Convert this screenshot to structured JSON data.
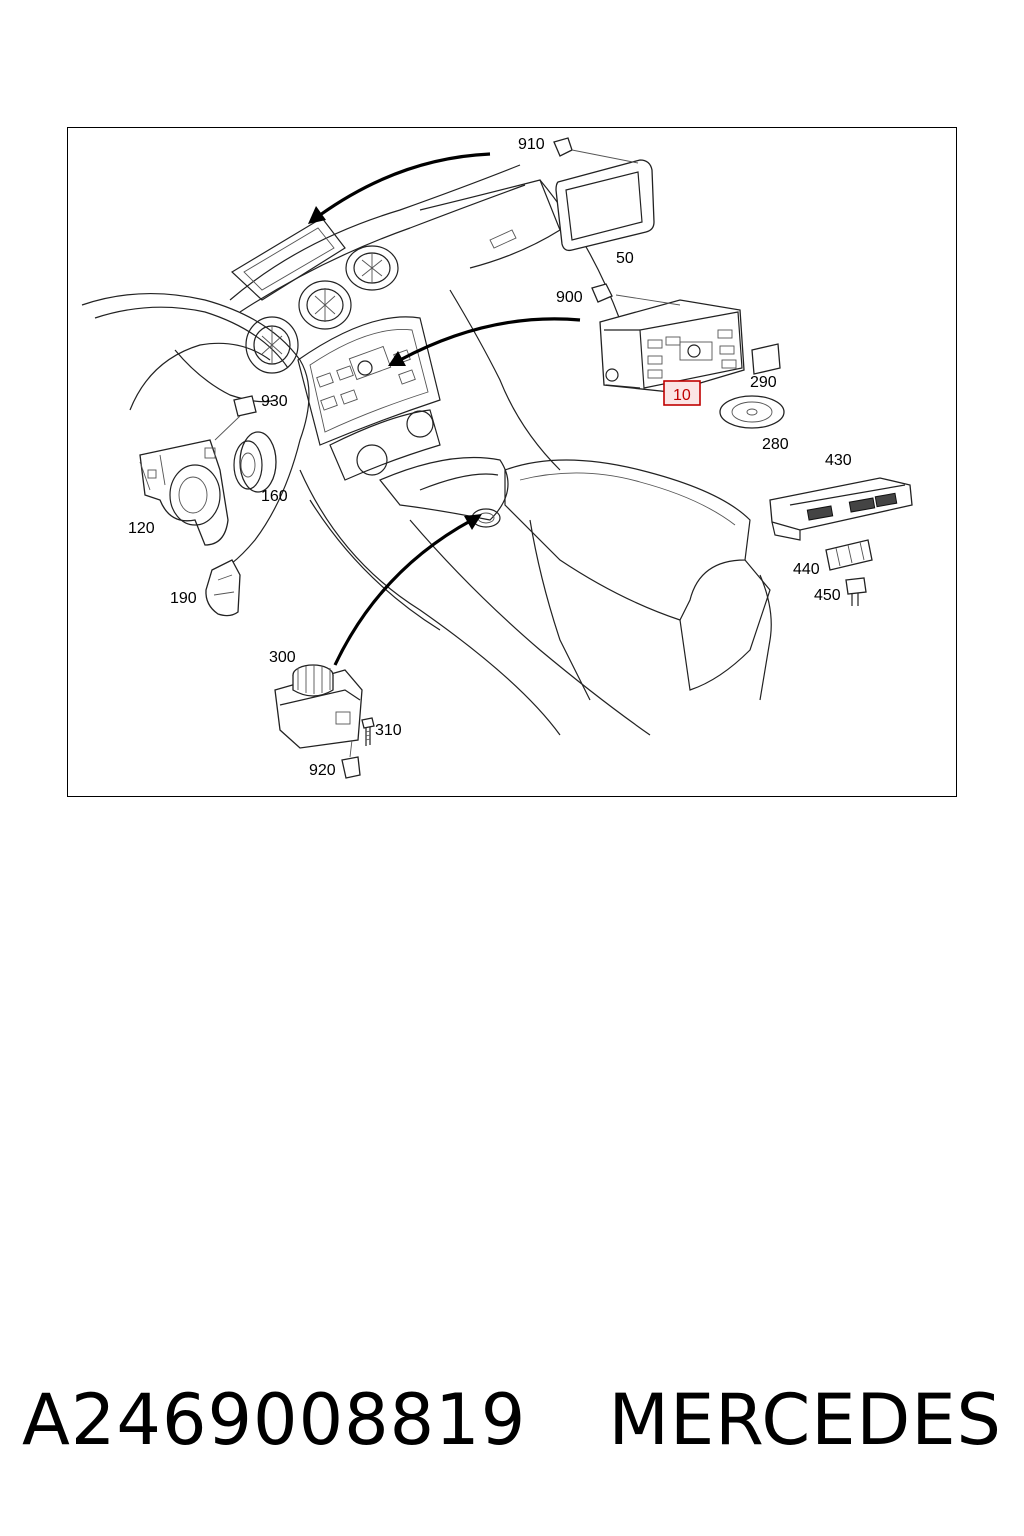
{
  "diagram": {
    "callouts": {
      "c910": "910",
      "c50": "50",
      "c900": "900",
      "c10": "10",
      "c290": "290",
      "c280": "280",
      "c930": "930",
      "c160": "160",
      "c120": "120",
      "c190": "190",
      "c430": "430",
      "c440": "440",
      "c450": "450",
      "c300": "300",
      "c310": "310",
      "c920": "920"
    },
    "highlighted_callout": "10",
    "highlight_color": "#c00000"
  },
  "footer": {
    "part_number": "A2469008819",
    "brand": "MERCEDES"
  }
}
